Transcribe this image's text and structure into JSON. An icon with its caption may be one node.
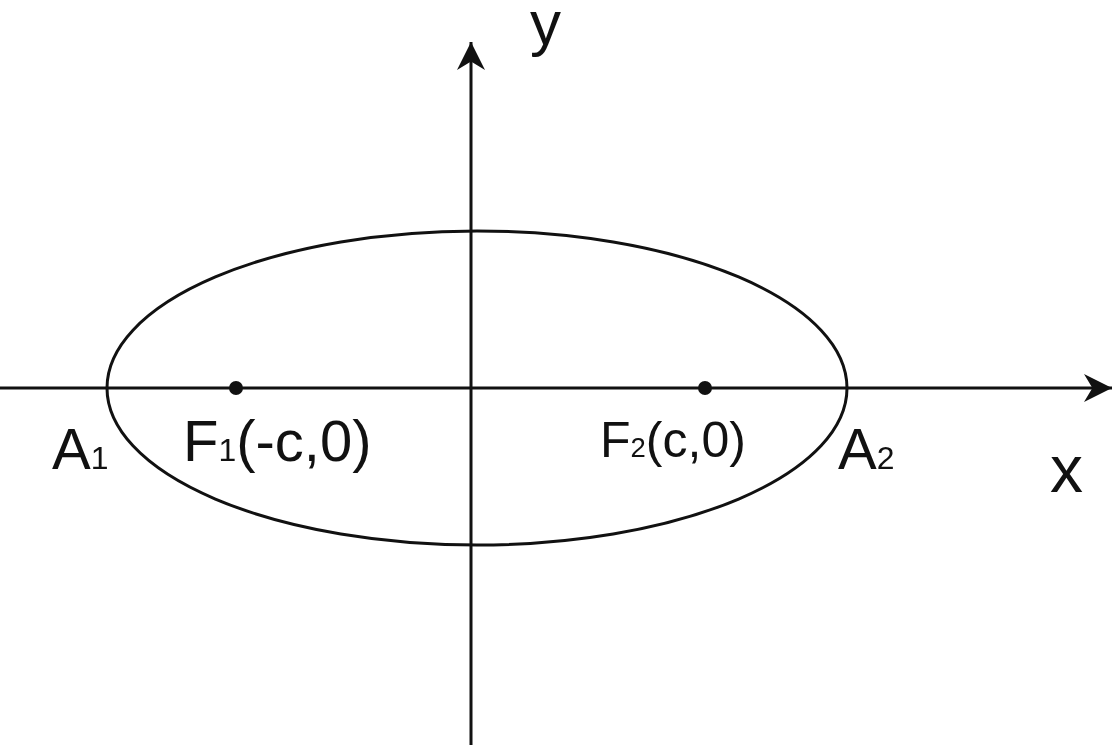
{
  "diagram": {
    "labels": [
      "y",
      "A$_{1}$",
      "F$_{1}$(-c,0)",
      "F$_{2}$(c,0)",
      "A$_{2}$",
      "x"
    ]
  }
}
